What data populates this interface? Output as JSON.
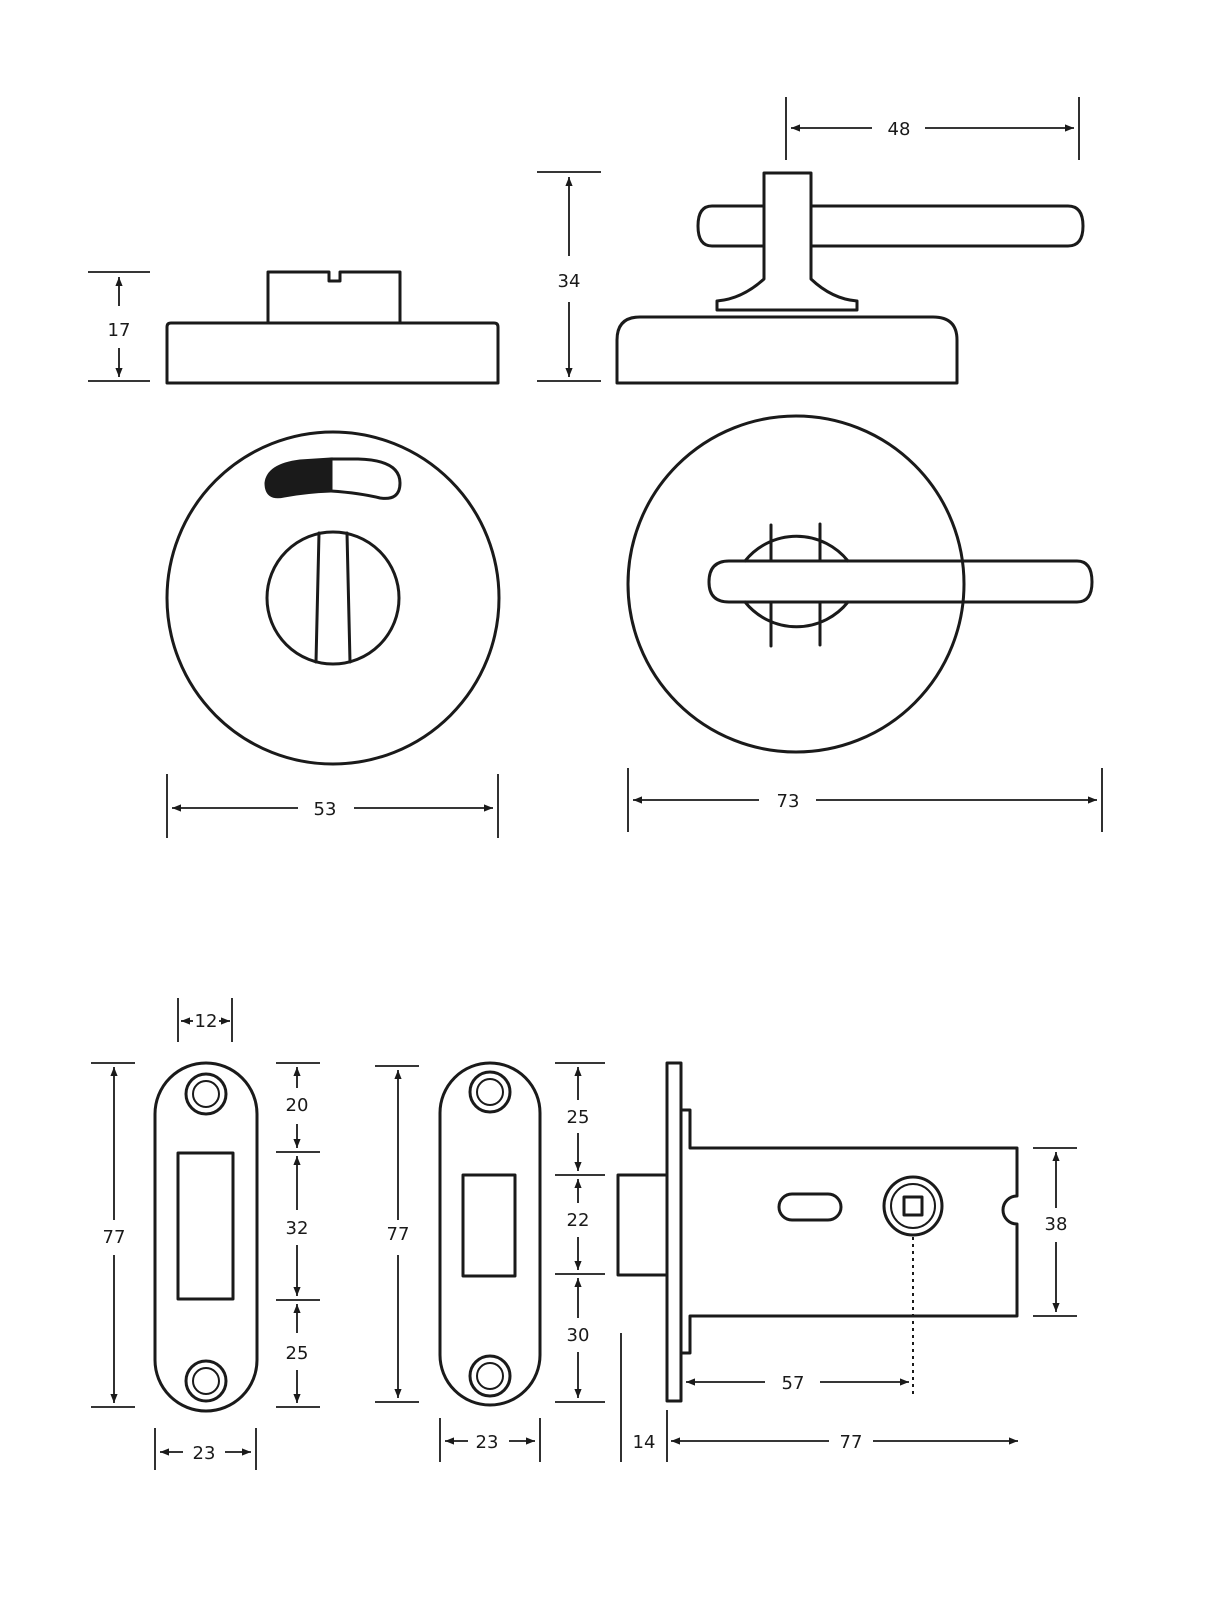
{
  "dimensions": {
    "thumbturn_height": "17",
    "thumbturn_diameter": "53",
    "lever_height": "34",
    "lever_length": "48",
    "lever_rose_width": "73",
    "strike_a_width_top": "12",
    "strike_a_height": "77",
    "strike_a_top": "20",
    "strike_a_mid": "32",
    "strike_a_bottom": "25",
    "strike_a_width": "23",
    "strike_b_height": "77",
    "strike_b_top": "25",
    "strike_b_mid": "22",
    "strike_b_bottom": "30",
    "strike_b_width": "23",
    "bolt_body_height": "38",
    "bolt_backset": "57",
    "bolt_faceplate": "14",
    "bolt_length": "77"
  }
}
